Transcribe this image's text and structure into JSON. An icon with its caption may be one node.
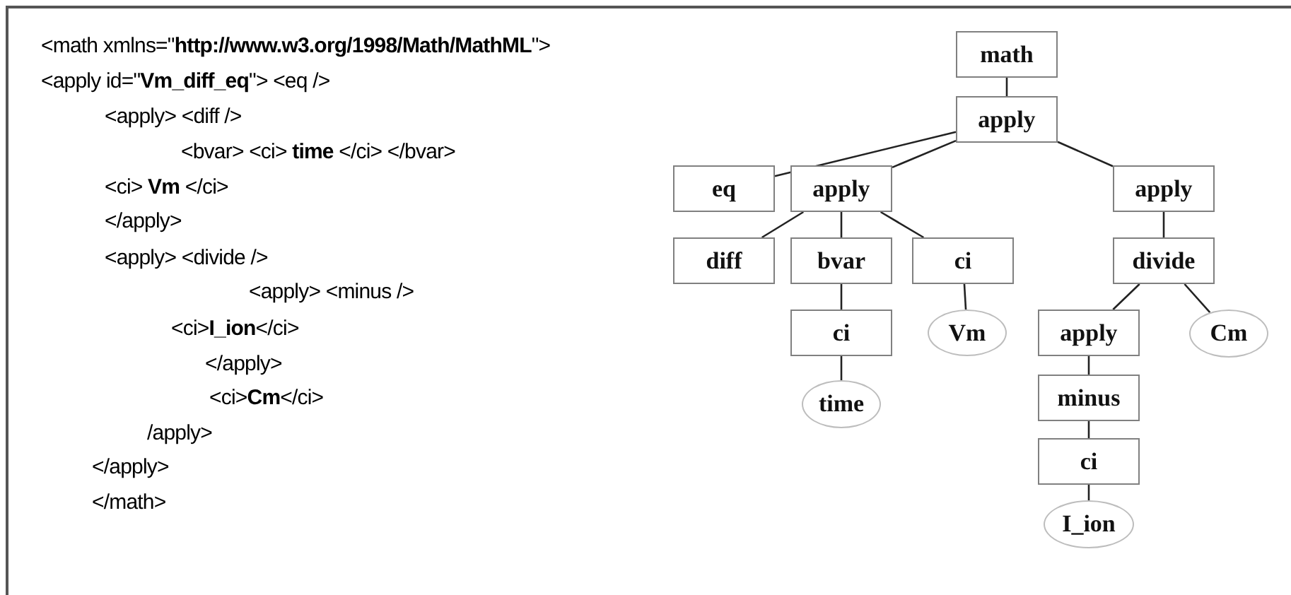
{
  "diagram": {
    "nodes": [
      {
        "text": [
          "math"
        ]
      },
      {
        "text": [
          "apply"
        ]
      },
      {
        "text": [
          "eq"
        ]
      },
      {
        "text": [
          "apply"
        ]
      },
      {
        "text": [
          "apply"
        ]
      },
      {
        "text": [
          "diff"
        ]
      },
      {
        "text": [
          "bvar"
        ]
      },
      {
        "text": [
          "ci"
        ]
      },
      {
        "text": [
          "divide"
        ]
      },
      {
        "text": [
          "ci"
        ]
      },
      {
        "text": [
          "Vm"
        ]
      },
      {
        "text": [
          "apply"
        ]
      },
      {
        "text": [
          "Cm"
        ]
      },
      {
        "text": [
          "time"
        ]
      },
      {
        "text": [
          "minus"
        ]
      },
      {
        "text": [
          "ci"
        ]
      },
      {
        "text": [
          "I_ion"
        ]
      }
    ],
    "edges": [
      {
        "from": 0,
        "to": 1,
        "arrow": "none"
      },
      {
        "from": 1,
        "to": 2,
        "arrow": "none"
      },
      {
        "from": 1,
        "to": 3,
        "arrow": "none"
      },
      {
        "from": 1,
        "to": 4,
        "arrow": "none"
      },
      {
        "from": 3,
        "to": 5,
        "arrow": "none"
      },
      {
        "from": 3,
        "to": 6,
        "arrow": "none"
      },
      {
        "from": 3,
        "to": 7,
        "arrow": "none"
      },
      {
        "from": 4,
        "to": 8,
        "arrow": "none"
      },
      {
        "from": 6,
        "to": 9,
        "arrow": "none"
      },
      {
        "from": 7,
        "to": 10,
        "arrow": "none"
      },
      {
        "from": 8,
        "to": 11,
        "arrow": "none"
      },
      {
        "from": 8,
        "to": 12,
        "arrow": "none"
      },
      {
        "from": 9,
        "to": 13,
        "arrow": "none"
      },
      {
        "from": 11,
        "to": 14,
        "arrow": "none"
      },
      {
        "from": 14,
        "to": 15,
        "arrow": "none"
      },
      {
        "from": 15,
        "to": 16,
        "arrow": "none"
      }
    ],
    "labels": [
      "<math xmlns=\"**http://www.w3.org/1998/Math/MathML**\">",
      "<apply id=\"**Vm_diff_eq**\"> <eq />",
      "<apply> <diff />",
      "<bvar> <ci> **time** </ci> </bvar>",
      "<ci> **Vm** </ci>",
      "</apply>",
      "<apply> <divide />",
      "<apply> <minus />",
      "<ci>**I_ion**</ci>",
      "</apply>",
      "<ci>**Cm**</ci>",
      "/apply>",
      "</apply>",
      "</math>"
    ]
  }
}
